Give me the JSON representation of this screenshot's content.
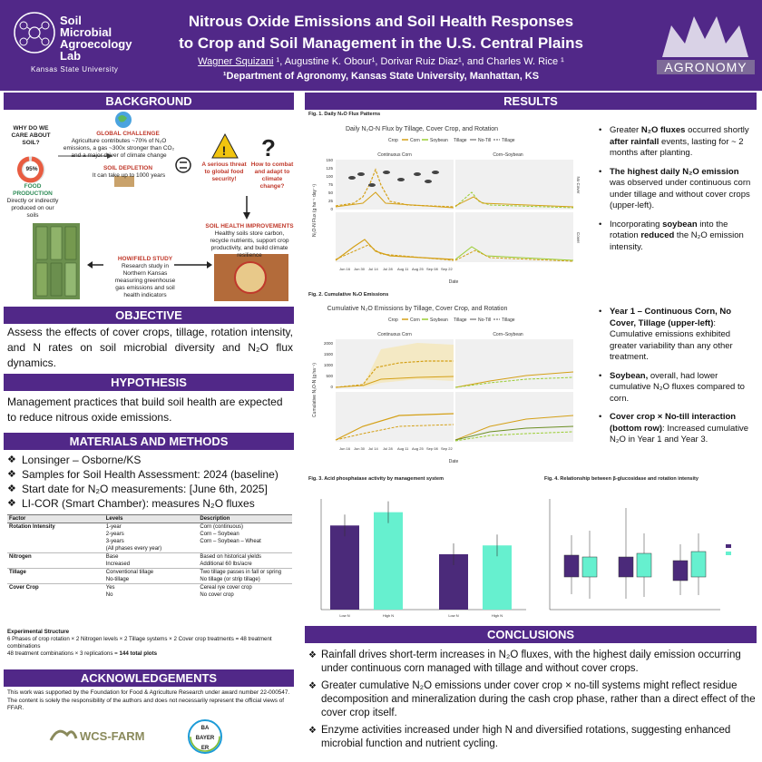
{
  "header": {
    "lab_lines": [
      "Soil",
      "Microbial",
      "Agroecology",
      "Lab"
    ],
    "university": "Kansas State University",
    "title_line1": "Nitrous Oxide Emissions and Soil Health Responses",
    "title_line2": "to Crop and Soil Management in the U.S. Central Plains",
    "author_first": "Wagner Squizani",
    "authors_rest": " ¹, Augustine K. Obour¹, Dorivar Ruiz Diaz¹, and  Charles W. Rice ¹",
    "department": "¹Department of Agronomy, Kansas State University, Manhattan, KS",
    "right_logo_text": "AGRONOMY",
    "brand_color": "#512888"
  },
  "sections": {
    "background": "BACKGROUND",
    "objective": "OBJECTIVE",
    "hypothesis": "HYPOTHESIS",
    "materials": "MATERIALS AND METHODS",
    "acknowledgements": "ACKNOWLEDGEMENTS",
    "results": "RESULTS",
    "conclusions": "CONCLUSIONS"
  },
  "background_figure": {
    "why_care": "WHY DO WE CARE ABOUT SOIL?",
    "pct": "95%",
    "food_production": "FOOD PRODUCTION",
    "food_desc": "Directly or indirectly produced on our soils",
    "global_challenge": "GLOBAL CHALLENGE",
    "global_desc": "Agriculture contributes ~70% of N₂O emissions, a gas ~300x stronger than CO₂ and a major driver of climate change",
    "soil_depletion": "SOIL DEPLETION",
    "soil_depletion_desc": "It can take up to 1000 years",
    "threat": "A serious threat to global food security!",
    "combat": "How to combat and adapt to climate change?",
    "soil_health": "SOIL HEALTH IMPROVEMENTS",
    "soil_health_desc": "Healthy soils store carbon, recycle nutrients, support crop productivity, and build climate resilience",
    "field_study": "HOW/FIELD STUDY",
    "field_desc": "Research study in Northern Kansas measuring greenhouse gas emissions and soil health indicators"
  },
  "objective": "Assess the effects of cover crops, tillage, rotation intensity, and N rates on soil microbial diversity and N₂O flux dynamics.",
  "hypothesis": "Management practices that build soil health are expected to reduce nitrous oxide emissions.",
  "materials": [
    "Lonsinger – Osborne/KS",
    "Samples for Soil Health Assessment: 2024 (baseline)",
    "Start date for N₂O measurements: [June 6th, 2025]",
    "LI-COR (Smart Chamber): measures N₂O fluxes"
  ],
  "factor_table": {
    "headers": [
      "Factor",
      "Levels",
      "Description"
    ],
    "rows": [
      {
        "factor": "Rotation Intensity",
        "level": "1-year",
        "desc": "Corn (continuous)",
        "grp": true
      },
      {
        "factor": "",
        "level": "2-years",
        "desc": "Corn – Soybean",
        "grp": false
      },
      {
        "factor": "",
        "level": "3-years",
        "desc": "Corn – Soybean – Wheat",
        "grp": false
      },
      {
        "factor": "",
        "level": "(All phases every year)",
        "desc": "",
        "grp": false
      },
      {
        "factor": "Nitrogen",
        "level": "Base",
        "desc": "Based on historical yields",
        "grp": true
      },
      {
        "factor": "",
        "level": "Increased",
        "desc": "Additional 60 lbs/acre",
        "grp": false
      },
      {
        "factor": "Tillage",
        "level": "Conventional tillage",
        "desc": "Two tillage passes in fall or spring",
        "grp": true
      },
      {
        "factor": "",
        "level": "No-tillage",
        "desc": "No tillage (or strip tillage)",
        "grp": false
      },
      {
        "factor": "Cover Crop",
        "level": "Yes",
        "desc": "Cereal rye cover crop",
        "grp": true
      },
      {
        "factor": "",
        "level": "No",
        "desc": "No cover crop",
        "grp": false
      }
    ]
  },
  "experimental_structure": {
    "heading": "Experimental Structure",
    "line1": "6 Phases of crop rotation × 2 Nitrogen levels × 2 Tillage systems × 2 Cover crop treatments = 48 treatment combinations",
    "line2_pre": "48 treatment combinations × 3 replications = ",
    "line2_bold": "144 total plots"
  },
  "acknowledgements": "This work was supported by the Foundation for Food & Agriculture Research under award number 22-000547. The content is solely the responsibility of the authors and does not necessarily represent the official views of FFAR.",
  "sponsors": {
    "wcs": "WCS-FARM",
    "bayer_top": "BA",
    "bayer_mid": "BAYER",
    "bayer_bot": "ER"
  },
  "figures": {
    "fig1_caption": "Fig. 1. Daily N₂O Flux Patterns",
    "fig1_title": "Daily N₂O-N Flux by Tillage, Cover Crop, and Rotation",
    "fig1_ylabel": "N₂O-N Flux (g ha⁻¹ day⁻¹)",
    "fig2_caption": "Fig. 2. Cumulative N₂O Emissions",
    "fig2_title": "Cumulative N₂O Emissions by Tillage, Cover Crop, and Rotation",
    "fig2_ylabel": "Cumulative N₂O-N (g ha⁻¹)",
    "fig3_caption": "Fig. 3. Acid phosphatase activity by management system",
    "fig4_caption": "Fig. 4. Relationship between β-glucosidase and rotation intensity",
    "panel_cc": "Continuous Corn",
    "panel_cs": "Corn–Soybean",
    "legend_crop": "Crop",
    "legend_corn": "Corn",
    "legend_soy": "Soybean",
    "legend_tillage": "Tillage",
    "legend_nt": "No-Till",
    "legend_t": "Tillage",
    "strip_nocover": "No Cover",
    "strip_cover": "Cover",
    "xlabel": "Date",
    "x_ticks": [
      "Jun 16",
      "Jun 30",
      "Jul 14",
      "Jul 28",
      "Aug 11",
      "Aug 25",
      "Sep 08",
      "Sep 22"
    ],
    "fig1_yticks": [
      "150",
      "125",
      "100",
      "75",
      "50",
      "25",
      "0"
    ],
    "fig2_yticks": [
      "2000",
      "1500",
      "1000",
      "500",
      "0"
    ],
    "fig3_xticks": [
      "Low N",
      "High N",
      "Low N",
      "High N"
    ]
  },
  "chart_data": [
    {
      "type": "bar",
      "title": "",
      "categories": [
        "Low N",
        "High N",
        "Low N",
        "High N"
      ],
      "values": [
        38,
        44,
        25,
        29
      ],
      "ylim": [
        0,
        50
      ],
      "colors": [
        "#4b2a7a",
        "#66f0cf",
        "#4b2a7a",
        "#66f0cf"
      ]
    }
  ],
  "results_bullets_1": [
    {
      "pre": "Greater ",
      "bold": "N₂O fluxes",
      "mid": " occurred shortly ",
      "bold2": "after rainfall",
      "post": " events, lasting for ~ 2 months after planting."
    },
    {
      "pre": "",
      "bold": "The highest daily N₂O emission",
      "mid": " was observed under continuous corn under tillage and without cover crops (upper-left).",
      "bold2": "",
      "post": ""
    },
    {
      "pre": "Incorporating ",
      "bold": "soybean",
      "mid": " into the rotation ",
      "bold2": "reduced",
      "post": " the N₂O emission intensity."
    }
  ],
  "results_bullets_2": [
    {
      "pre": "",
      "bold": "Year 1 – Continuous Corn, No Cover, Tillage (upper-left)",
      "mid": ": Cumulative emissions exhibited greater variability than any other treatment.",
      "bold2": "",
      "post": ""
    },
    {
      "pre": "",
      "bold": "Soybean,",
      "mid": " overall, had lower cumulative N₂O fluxes compared to corn.",
      "bold2": "",
      "post": ""
    },
    {
      "pre": "",
      "bold": "Cover crop × No-till interaction (bottom row)",
      "mid": ": Increased cumulative N₂O in Year 1 and Year 3.",
      "bold2": "",
      "post": ""
    }
  ],
  "conclusions": [
    "Rainfall drives short-term increases in N₂O fluxes, with the highest daily emission occurring under continuous corn managed with tillage and without cover crops.",
    " Greater cumulative N₂O emissions under cover crop × no-till systems might reflect residue decomposition and mineralization during the cash crop phase, rather than a direct effect of the cover crop itself.",
    "Enzyme activities increased under high N and diversified rotations, suggesting enhanced microbial function and nutrient cycling."
  ]
}
